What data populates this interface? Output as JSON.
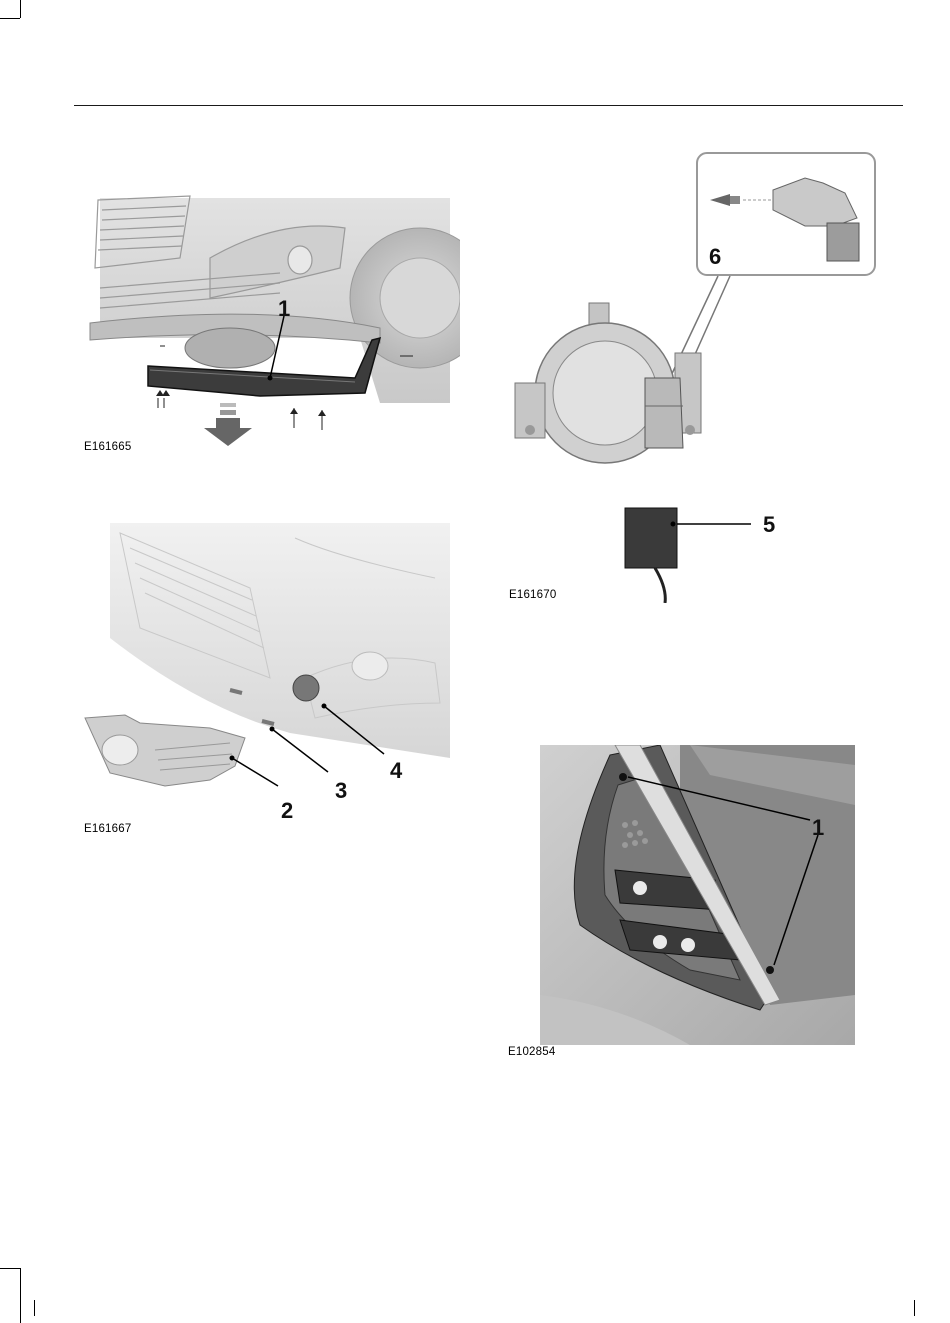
{
  "figures": [
    {
      "code": "E161665",
      "callouts": [
        "1"
      ]
    },
    {
      "code": "E161667",
      "callouts": [
        "2",
        "3",
        "4"
      ]
    },
    {
      "code": "E161670",
      "callouts": [
        "5",
        "6"
      ]
    },
    {
      "code": "E102854",
      "callouts": [
        "1"
      ]
    }
  ]
}
